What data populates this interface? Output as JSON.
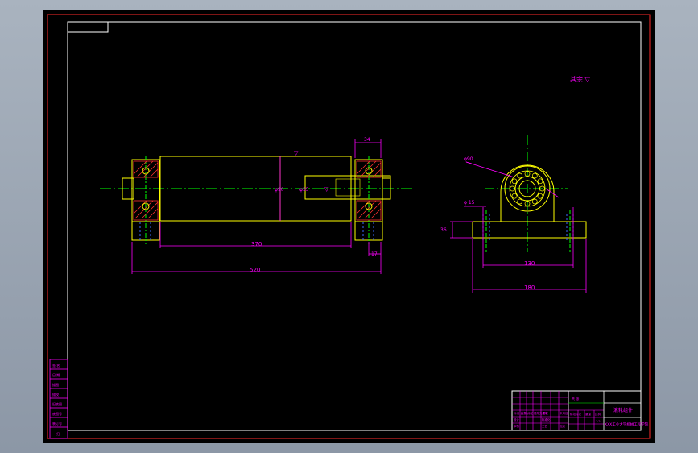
{
  "colors": {
    "background": "#000000",
    "viewport": "#98a3b1",
    "border": "#ff2a2a",
    "frame": "#ffffff",
    "part_outline": "#ffff00",
    "centerline": "#00ff00",
    "dimension": "#ff00ff",
    "hidden_line": "#3b6bff",
    "hatch": "#ff3030",
    "table_line": "#ff00ff",
    "table_frame": "#ffffff"
  },
  "drawing": {
    "roughness_note": "其余 ▽",
    "roughness_mark": "▽",
    "front_dims": {
      "roller_length": "370",
      "overall_length": "520",
      "bearing_width": "34",
      "end_offset": "17",
      "roller_diameter": "φ90",
      "shaft_diameter": "φ35"
    },
    "side_dims": {
      "bore_diameter": "φ90",
      "hole_diameter": "φ 15",
      "center_height": "36",
      "bolt_spacing": "130",
      "base_length": "180"
    }
  },
  "left_table": {
    "labels": [
      "签 名",
      "日 期",
      "描图",
      "描校",
      "旧底图",
      "底图号",
      "装订号",
      "归"
    ]
  },
  "title_block": {
    "part_name": "滚轮组件",
    "company": "XXX工业大学机械工程学院",
    "sheet_label": "共 张",
    "cells": [
      "标记",
      "处数",
      "分区",
      "更改文件号",
      "签名",
      "年月日",
      "设计",
      "标准化",
      "审核",
      "工艺",
      "批准",
      "阶段标记",
      "重量",
      "比例",
      "1:2"
    ]
  }
}
